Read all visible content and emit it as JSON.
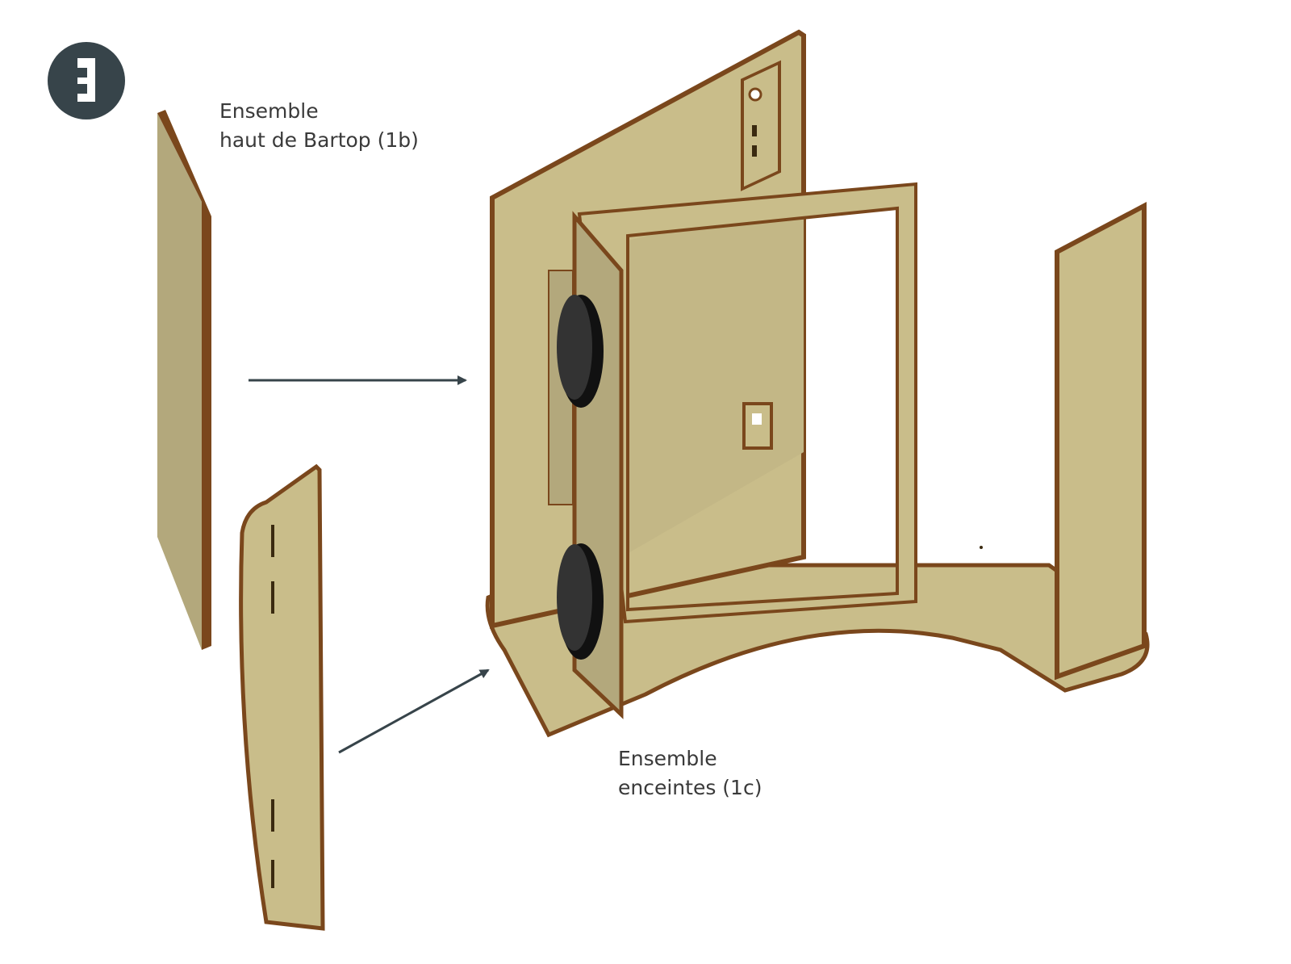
{
  "step_badge": {
    "icon": "panel-assembly-icon",
    "color": "#37444a"
  },
  "labels": {
    "top_assembly": {
      "line1": "Ensemble",
      "line2": "haut de Bartop (1b)"
    },
    "speaker_assembly": {
      "line1": "Ensemble",
      "line2": "enceintes (1c)"
    }
  },
  "colors": {
    "panel_face": "#c9bd8a",
    "panel_shade": "#b3a87c",
    "edge": "#7a471c",
    "arrow": "#37444a",
    "speaker": "#111111"
  }
}
